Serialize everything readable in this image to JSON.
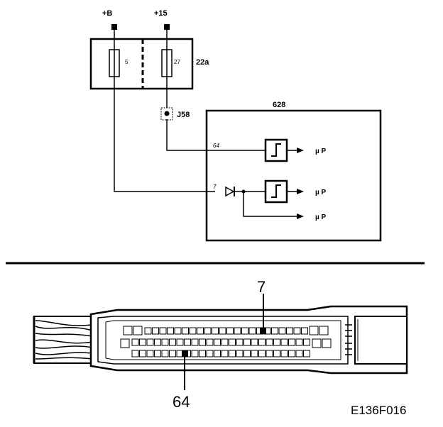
{
  "supplies": {
    "b_plus": "+B",
    "ign_15": "+15"
  },
  "fuse_box": {
    "label": "22a",
    "fuses": [
      {
        "number": "5"
      },
      {
        "number": "27"
      }
    ]
  },
  "connector": {
    "label": "J58"
  },
  "module": {
    "label": "628",
    "pins": [
      {
        "number": "64"
      },
      {
        "number": "7"
      }
    ],
    "outputs": [
      "µ P",
      "µ P",
      "µ P"
    ]
  },
  "plug_view": {
    "callout_top": "7",
    "callout_bottom": "64"
  },
  "figure_id": "E136F016"
}
